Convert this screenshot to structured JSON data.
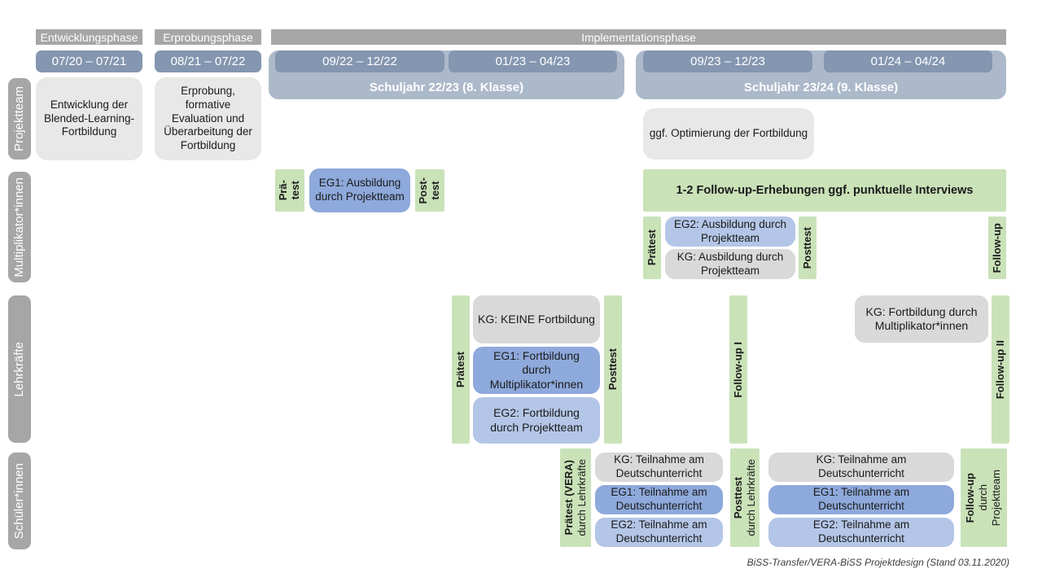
{
  "header": {
    "phases": [
      "Entwicklungsphase",
      "Erprobungsphase",
      "Implementationsphase"
    ],
    "dates": [
      "07/20 – 07/21",
      "08/21 – 07/22",
      "09/22 – 12/22",
      "01/23 – 04/23",
      "09/23 – 12/23",
      "01/24 – 04/24"
    ],
    "school_years": [
      "Schuljahr 22/23 (8. Klasse)",
      "Schuljahr 23/24 (9. Klasse)"
    ]
  },
  "sidebar": {
    "rows": [
      "Projektteam",
      "Multiplikator*innen",
      "Lehrkräfte",
      "Schüler*innen"
    ]
  },
  "projektteam": {
    "entwicklung": "Entwicklung der Blended-Learning-Fortbildung",
    "erprobung": "Erprobung, formative Evaluation und Überarbeitung der Fortbildung",
    "optimierung": "ggf. Optimierung der Fortbildung"
  },
  "multiplikator": {
    "prae_test": "Prä-\ntest",
    "eg1": "EG1: Ausbildung durch Projektteam",
    "post_test": "Post-\ntest",
    "followup_box": "1-2 Follow-up-Erhebungen\nggf. punktuelle Interviews",
    "praetest": "Prätest",
    "eg2": "EG2: Ausbildung durch Projektteam",
    "kg": "KG: Ausbildung durch Projektteam",
    "posttest": "Posttest",
    "followup": "Follow-up"
  },
  "lehrkraefte": {
    "praetest": "Prätest",
    "kg": "KG: KEINE Fortbildung",
    "eg1": "EG1: Fortbildung durch Multiplikator*innen",
    "eg2": "EG2: Fortbildung durch Projektteam",
    "posttest": "Posttest",
    "followup1": "Follow-up I",
    "kg_fortbildung": "KG: Fortbildung durch Multiplikator*innen",
    "followup2": "Follow-up II"
  },
  "schueler": {
    "praetest_bold": "Prätest (VERA)",
    "praetest_sub": "durch  Lehrkräfte",
    "kg": "KG: Teilnahme am Deutschunterricht",
    "eg1": "EG1: Teilnahme am Deutschunterricht",
    "eg2": "EG2: Teilnahme am Deutschunterricht",
    "posttest_bold": "Posttest",
    "posttest_sub": "durch  Lehrkräfte",
    "kg2": "KG: Teilnahme am Deutschunterricht",
    "eg1b": "EG1: Teilnahme am Deutschunterricht",
    "eg2b": "EG2: Teilnahme am Deutschunterricht",
    "followup_bold": "Follow-up",
    "followup_durch": "durch",
    "followup_team": "Projektteam"
  },
  "footer": {
    "caption": "BiSS-Transfer/VERA-BiSS Projektdesign (Stand 03.11.2020)"
  },
  "colors": {
    "phase_gray": "#a6a6a6",
    "date_blue": "#8496b0",
    "schoolyear_band": "#acb9ca",
    "box_lightgray": "#e8e8e8",
    "box_kg_gray": "#d9d9d9",
    "box_eg1_blue": "#8ea9db",
    "box_eg2_blue": "#b4c6e7",
    "test_green": "#c9e2b8"
  }
}
